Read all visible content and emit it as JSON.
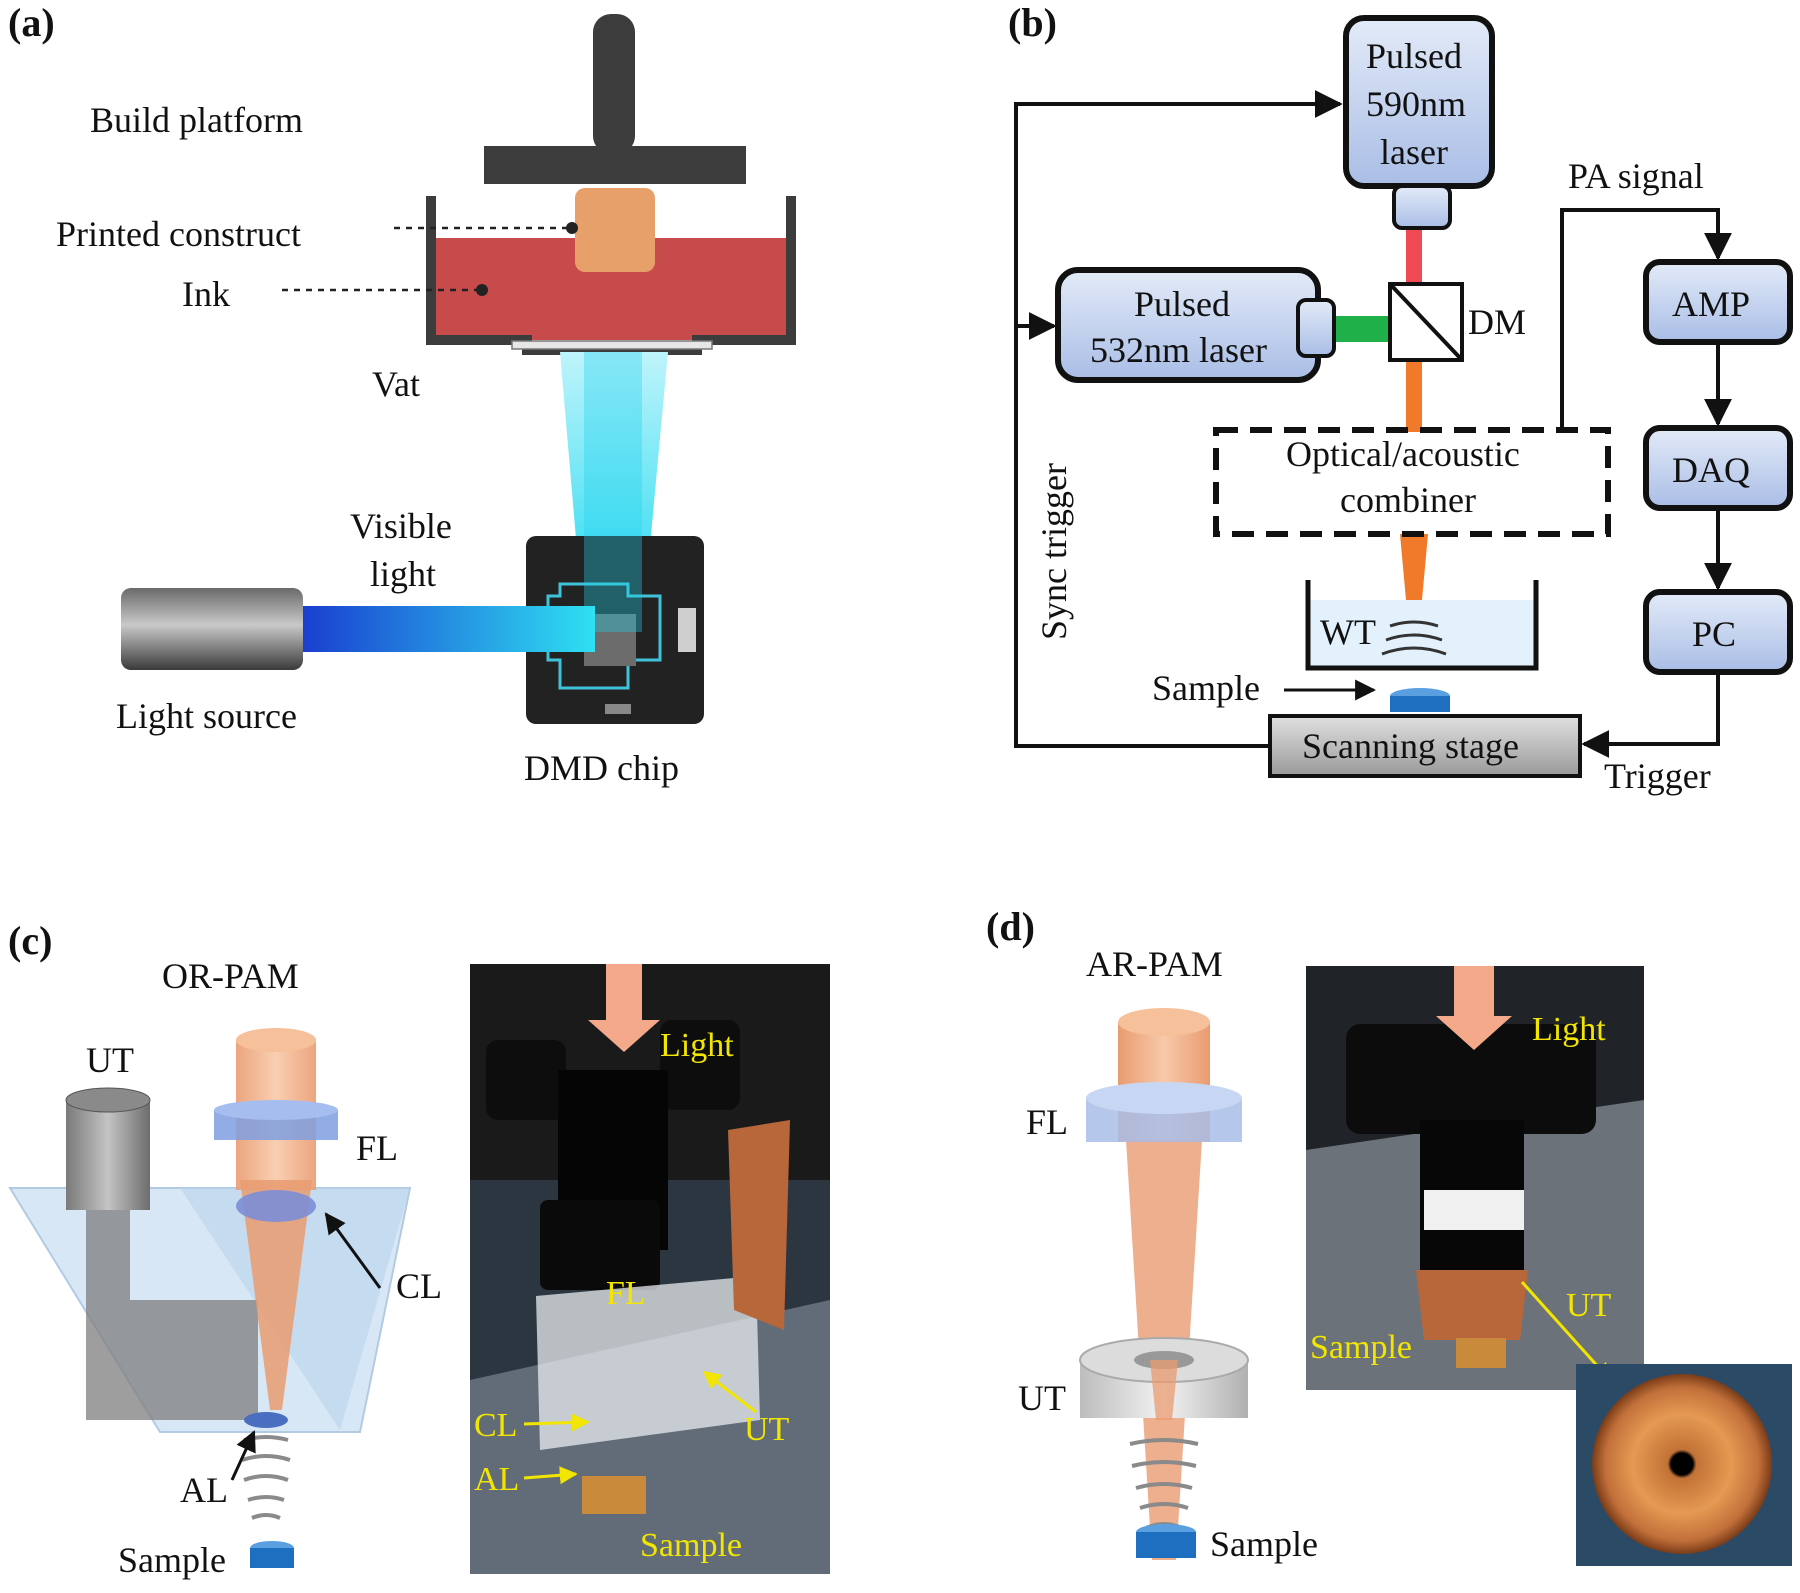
{
  "panels": {
    "a": "(a)",
    "b": "(b)",
    "c": "(c)",
    "d": "(d)"
  },
  "a": {
    "build_platform": "Build platform",
    "printed_construct": "Printed construct",
    "ink": "Ink",
    "vat": "Vat",
    "visible_light_1": "Visible",
    "visible_light_2": "light",
    "light_source": "Light source",
    "dmd_chip": "DMD chip"
  },
  "b": {
    "laser590_1": "Pulsed",
    "laser590_2": "590nm",
    "laser590_3": "laser",
    "laser532_1": "Pulsed",
    "laser532_2": "532nm laser",
    "dm": "DM",
    "pa_signal": "PA signal",
    "amp": "AMP",
    "daq": "DAQ",
    "pc": "PC",
    "combiner_1": "Optical/acoustic",
    "combiner_2": "combiner",
    "wt": "WT",
    "sample": "Sample",
    "scanning_stage": "Scanning stage",
    "trigger": "Trigger",
    "sync_trigger": "Sync trigger"
  },
  "c": {
    "title": "OR-PAM",
    "ut": "UT",
    "fl": "FL",
    "cl": "CL",
    "al": "AL",
    "sample": "Sample",
    "photo_light": "Light",
    "photo_fl": "FL",
    "photo_cl": "CL",
    "photo_al": "AL",
    "photo_ut": "UT",
    "photo_sample": "Sample"
  },
  "d": {
    "title": "AR-PAM",
    "fl": "FL",
    "ut": "UT",
    "sample": "Sample",
    "photo_light": "Light",
    "photo_ut": "UT",
    "photo_sample": "Sample"
  },
  "colors": {
    "ink": "#c84b4b",
    "construct": "#e8a06a",
    "beam_cyan": "#2fd8f0",
    "laser_red": "#f04a55",
    "laser_green": "#1fb04a",
    "laser_orange": "#f07a2a",
    "box_fill": "#c7d4ee",
    "sample_blue": "#1f6fc0",
    "annot_yellow": "#f2e600"
  }
}
